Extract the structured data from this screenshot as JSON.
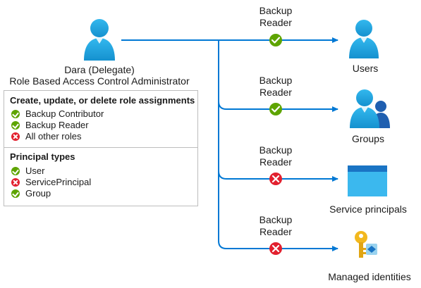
{
  "delegate": {
    "name": "Dara (Delegate)",
    "role": "Role Based Access Control Administrator"
  },
  "panel": {
    "assignments": {
      "title": "Create, update, or delete role assignments",
      "items": [
        {
          "label": "Backup Contributor",
          "allowed": true
        },
        {
          "label": "Backup Reader",
          "allowed": true
        },
        {
          "label": "All other roles",
          "allowed": false
        }
      ]
    },
    "principals": {
      "title": "Principal types",
      "items": [
        {
          "label": "User",
          "allowed": true
        },
        {
          "label": "ServicePrincipal",
          "allowed": false
        },
        {
          "label": "Group",
          "allowed": true
        }
      ]
    }
  },
  "branches": [
    {
      "role_line1": "Backup",
      "role_line2": "Reader",
      "allowed": true,
      "target": "Users"
    },
    {
      "role_line1": "Backup",
      "role_line2": "Reader",
      "allowed": true,
      "target": "Groups"
    },
    {
      "role_line1": "Backup",
      "role_line2": "Reader",
      "allowed": false,
      "target": "Service principals"
    },
    {
      "role_line1": "Backup",
      "role_line2": "Reader",
      "allowed": false,
      "target": "Managed identities"
    }
  ],
  "colors": {
    "line": "#0078d4",
    "allowed": "#5ea400",
    "denied": "#e2202e",
    "person": "#1aa3dd",
    "key": "#f2b81e"
  },
  "icons": {
    "delegate": "user-icon",
    "users": "user-icon",
    "groups": "group-icon",
    "service_principals": "app-window-icon",
    "managed_identities": "managed-identity-key-icon"
  }
}
